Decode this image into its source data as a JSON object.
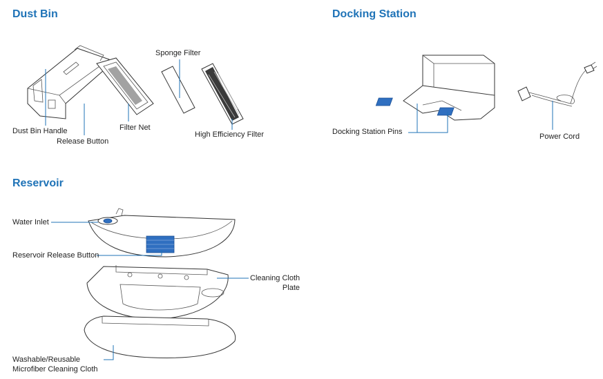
{
  "sections": {
    "dust_bin": {
      "title": "Dust Bin",
      "labels": {
        "sponge_filter": "Sponge Filter",
        "dust_bin_handle": "Dust Bin Handle",
        "release_button": "Release Button",
        "filter_net": "Filter Net",
        "high_efficiency_filter": "High Efficiency Filter"
      }
    },
    "docking_station": {
      "title": "Docking Station",
      "labels": {
        "docking_station_pins": "Docking Station Pins",
        "power_cord": "Power Cord"
      }
    },
    "reservoir": {
      "title": "Reservoir",
      "labels": {
        "water_inlet": "Water Inlet",
        "reservoir_release_button": "Reservoir Release Button",
        "cleaning_cloth_plate_line1": "Cleaning Cloth",
        "cleaning_cloth_plate_line2": "Plate",
        "cloth_line1": "Washable/Reusable",
        "cloth_line2": "Microfiber Cleaning Cloth"
      }
    }
  },
  "colors": {
    "title": "#1f73b7",
    "callout_line": "#1f73b7",
    "highlight": "#2f6fc0",
    "outline": "#333333"
  }
}
